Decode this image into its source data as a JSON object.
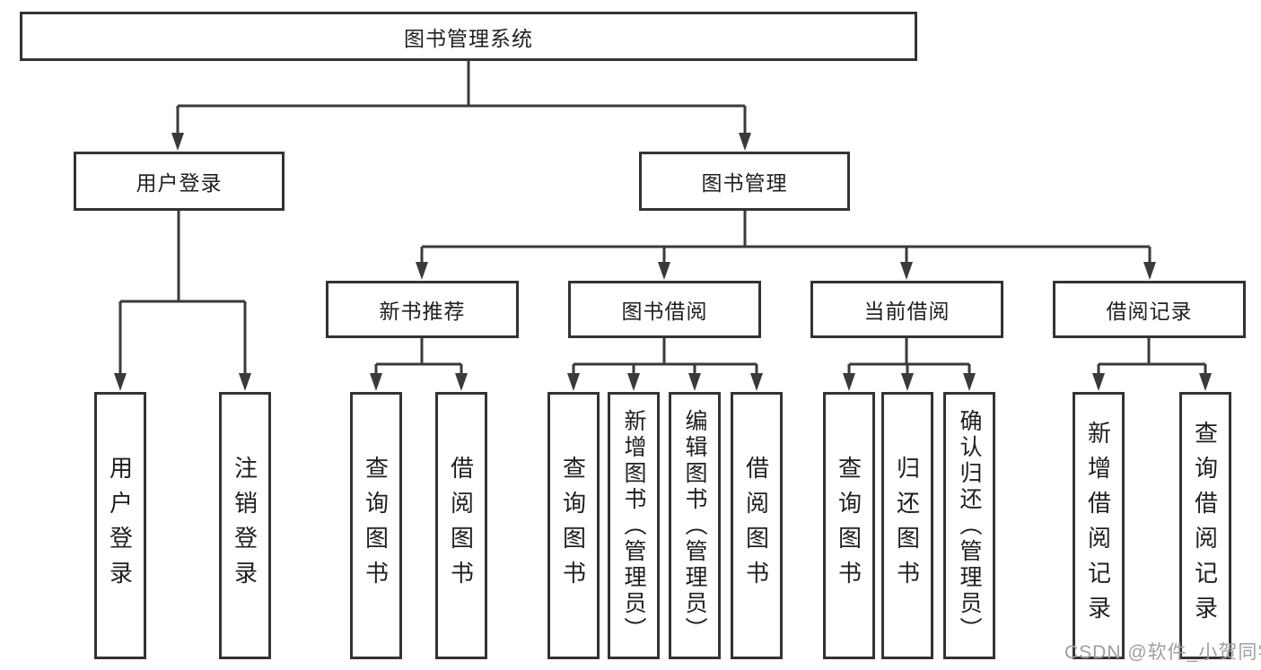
{
  "tree": {
    "label": "图书管理系统",
    "children": [
      {
        "label": "用户登录",
        "children": [
          {
            "label": "用户登录"
          },
          {
            "label": "注销登录"
          }
        ]
      },
      {
        "label": "图书管理",
        "children": [
          {
            "label": "新书推荐",
            "children": [
              {
                "label": "查询图书"
              },
              {
                "label": "借阅图书"
              }
            ]
          },
          {
            "label": "图书借阅",
            "children": [
              {
                "label": "查询图书"
              },
              {
                "label": "新增图书（管理员）"
              },
              {
                "label": "编辑图书（管理员）"
              },
              {
                "label": "借阅图书"
              }
            ]
          },
          {
            "label": "当前借阅",
            "children": [
              {
                "label": "查询图书"
              },
              {
                "label": "归还图书"
              },
              {
                "label": "确认归还（管理员）"
              }
            ]
          },
          {
            "label": "借阅记录",
            "children": [
              {
                "label": "新增借阅记录"
              },
              {
                "label": "查询借阅记录"
              }
            ]
          }
        ]
      }
    ]
  },
  "watermark": "CSDN @软件_小贺同学",
  "colors": {
    "line": "#3a3a3a",
    "box_border": "#333333",
    "box_background": "#ffffff",
    "text": "#1f1f1f",
    "watermark": "#9aa0a6",
    "page_background": "#ffffff"
  }
}
